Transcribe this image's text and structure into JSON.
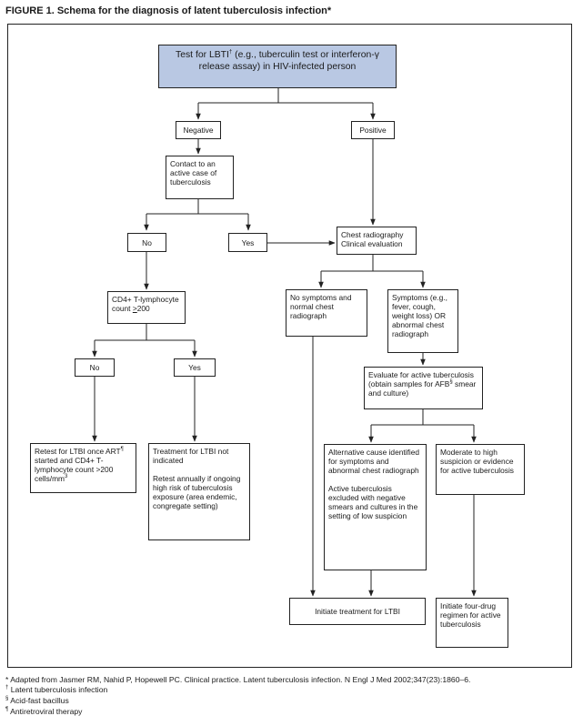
{
  "title": "FIGURE 1. Schema for the diagnosis of latent tuberculosis infection*",
  "nodes": {
    "test": {
      "pre": "Test for LBTI",
      "sup": "†",
      "post": " (e.g., tuberculin test or interferon-γ release assay) in HIV-infected person"
    },
    "negative": "Negative",
    "positive": "Positive",
    "contact": "Contact to an active case of tuberculosis",
    "no1": "No",
    "yes1": "Yes",
    "chest": "Chest radiography Clinical evaluation",
    "cd4": {
      "pre": "CD4+ T-lymphocyte count ",
      "underline": ">",
      "post": "200"
    },
    "no_symptoms": "No symptoms and normal chest radiograph",
    "symptoms": "Symptoms (e.g., fever, cough, weight loss) OR abnormal chest radiograph",
    "no2": "No",
    "yes2": "Yes",
    "evaluate": {
      "pre": "Evaluate for active tuberculosis (obtain samples for AFB",
      "sup": "§",
      "post": " smear and culture)"
    },
    "retest": {
      "pre": "Retest for LTBI once ART",
      "sup": "¶",
      "mid": " started and CD4+ T-lymphocyte count >200 cells/mm",
      "sup2": "3"
    },
    "treatment_not": {
      "line1": "Treatment for LTBI not indicated",
      "line2": "Retest annually if ongoing high risk of tuberculosis exposure (area endemic, congregate setting)"
    },
    "alternative": {
      "line1": "Alternative cause identified for symptoms and abnormal chest radiograph",
      "line2": "Active tuberculosis excluded with negative smears and cultures in the setting of low suspicion"
    },
    "moderate": "Moderate to high suspicion or evidence for active tuberculosis",
    "initiate_ltbi": "Initiate treatment for LTBI",
    "initiate_four": "Initiate four-drug regimen for active tuberculosis"
  },
  "footnotes": [
    {
      "mark": "",
      "text": "* Adapted from Jasmer RM, Nahid P, Hopewell PC. Clinical practice. Latent tuberculosis infection. N Engl J Med 2002;347(23):1860–6."
    },
    {
      "mark": "†",
      "text": " Latent tuberculosis infection"
    },
    {
      "mark": "§",
      "text": " Acid-fast bacillus"
    },
    {
      "mark": "¶",
      "text": " Antiretroviral therapy"
    }
  ],
  "colors": {
    "top_box_fill": "#b9c8e3",
    "line": "#222222"
  }
}
